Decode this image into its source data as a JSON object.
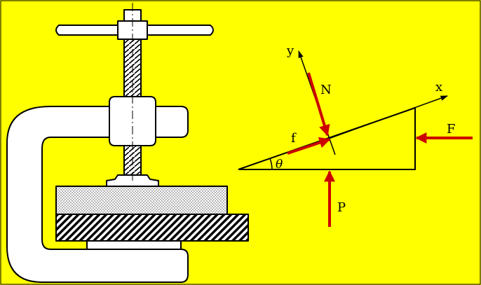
{
  "colors": {
    "background": "#ffff00",
    "force_arrow": "#cc0000",
    "outline": "#000000",
    "clamp_fill": "#ffffff"
  },
  "labels": {
    "axis_x": "x",
    "axis_y": "y",
    "normal_force": "N",
    "friction_force": "f",
    "applied_force": "F",
    "load_force": "P",
    "angle": "θ"
  }
}
